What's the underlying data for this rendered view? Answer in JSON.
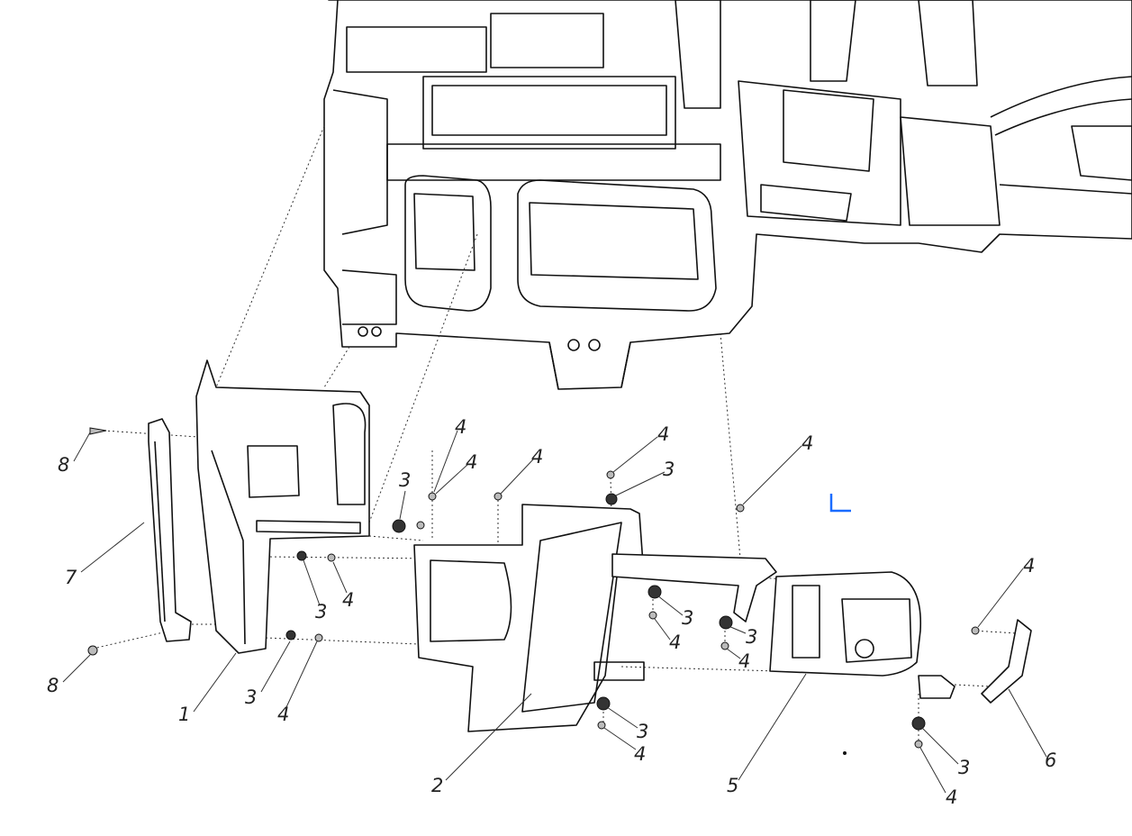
{
  "diagram": {
    "type": "exploded parts diagram - instrument panel lower trim",
    "callouts": [
      "8",
      "7",
      "8",
      "1",
      "3",
      "4",
      "3",
      "4",
      "3",
      "4",
      "4",
      "4",
      "4",
      "3",
      "4",
      "3",
      "4",
      "3",
      "4",
      "2",
      "3",
      "4",
      "5",
      "4",
      "6",
      "3",
      "4"
    ],
    "cursor_color": "#1a6cff"
  }
}
